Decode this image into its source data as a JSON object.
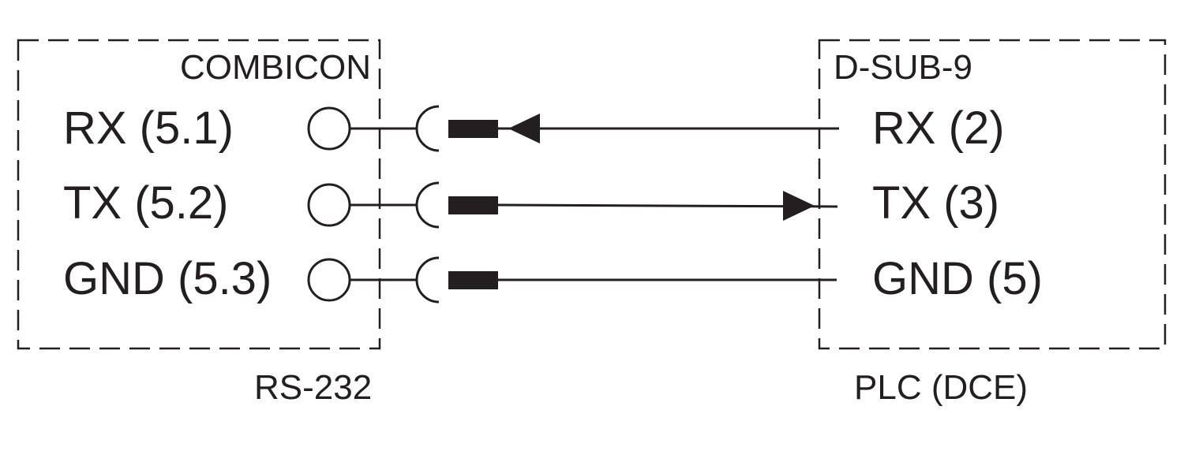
{
  "left_box": {
    "header": "COMBICON",
    "footer": "RS-232",
    "pins": [
      "RX (5.1)",
      "TX (5.2)",
      "GND (5.3)"
    ]
  },
  "right_box": {
    "header": "D-SUB-9",
    "footer": "PLC (DCE)",
    "pins": [
      "RX (2)",
      "TX (3)",
      "GND (5)"
    ]
  },
  "connections": [
    {
      "from": "RX (5.1)",
      "to": "RX (2)",
      "direction": "right-to-left"
    },
    {
      "from": "TX (5.2)",
      "to": "TX (3)",
      "direction": "left-to-right"
    },
    {
      "from": "GND (5.3)",
      "to": "GND (5)",
      "direction": "none"
    }
  ],
  "colors": {
    "ink": "#231f20",
    "background": "#ffffff"
  }
}
